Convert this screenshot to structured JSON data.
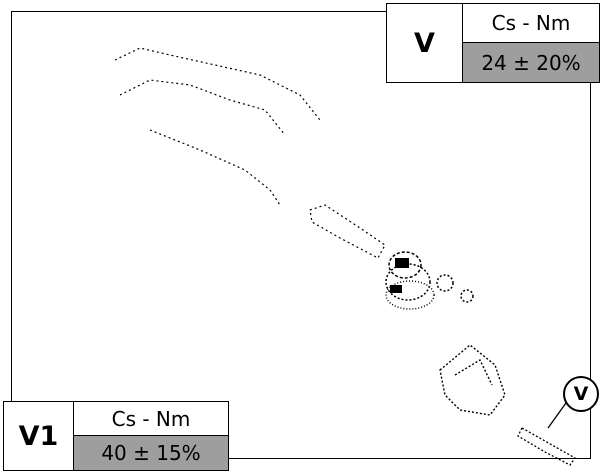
{
  "diagram": {
    "tables": [
      {
        "code": "V",
        "unit": "Cs - Nm",
        "value": "24 ± 20%"
      },
      {
        "code": "V1",
        "unit": "Cs - Nm",
        "value": "40 ± 15%"
      }
    ],
    "callouts": [
      {
        "label": "V"
      }
    ],
    "colors": {
      "line": "#000000",
      "value_fill": "#9e9e9e",
      "background": "#ffffff"
    }
  }
}
